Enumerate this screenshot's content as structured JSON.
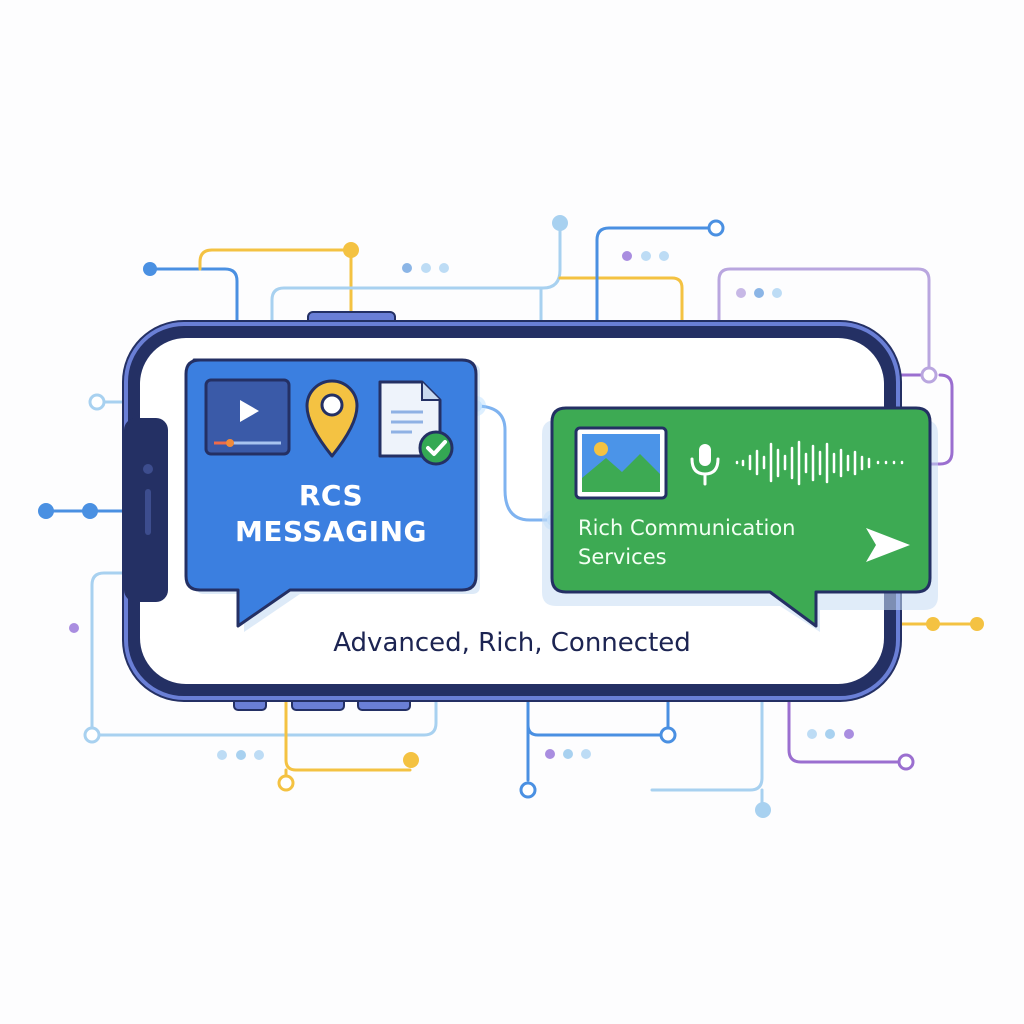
{
  "diagram": {
    "title": "RCS Messaging concept illustration",
    "colors": {
      "phone_frame": "#243064",
      "phone_frame_highlight": "#6a7fd6",
      "blue_bubble": "#3b7fe0",
      "green_bubble": "#3daa53",
      "circuit_blue": "#4a90e2",
      "circuit_light_blue": "#a8d1f0",
      "circuit_yellow": "#f4c242",
      "circuit_purple": "#9b6fd0",
      "tagline_text": "#1c2452"
    },
    "left_bubble": {
      "title_line1": "RCS",
      "title_line2": "MESSAGING",
      "icons": [
        "video-player-icon",
        "location-pin-icon",
        "document-check-icon"
      ]
    },
    "right_bubble": {
      "text_line1": "Rich Communication",
      "text_line2": "Services",
      "icons": [
        "image-icon",
        "microphone-icon",
        "audio-waveform-icon",
        "send-icon"
      ]
    },
    "tagline": "Advanced, Rich, Connected"
  }
}
